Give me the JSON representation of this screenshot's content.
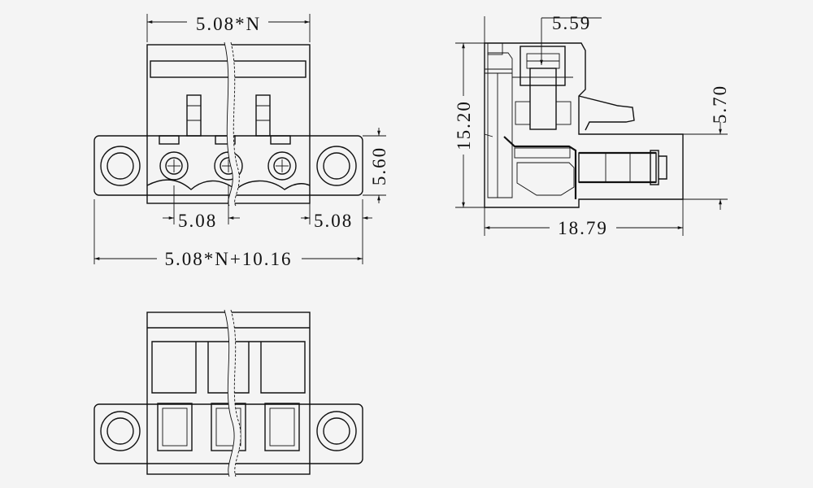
{
  "drawing": {
    "front_view": {
      "pitch_total_label": "5.08*N",
      "pitch_label": "5.08",
      "end_offset_label": "5.08",
      "overall_width_label": "5.08*N+10.16",
      "flange_height_label": "5.60"
    },
    "side_view": {
      "top_offset_label": "5.59",
      "height_label": "15.20",
      "pin_height_label": "5.70",
      "depth_label": "18.79"
    }
  }
}
